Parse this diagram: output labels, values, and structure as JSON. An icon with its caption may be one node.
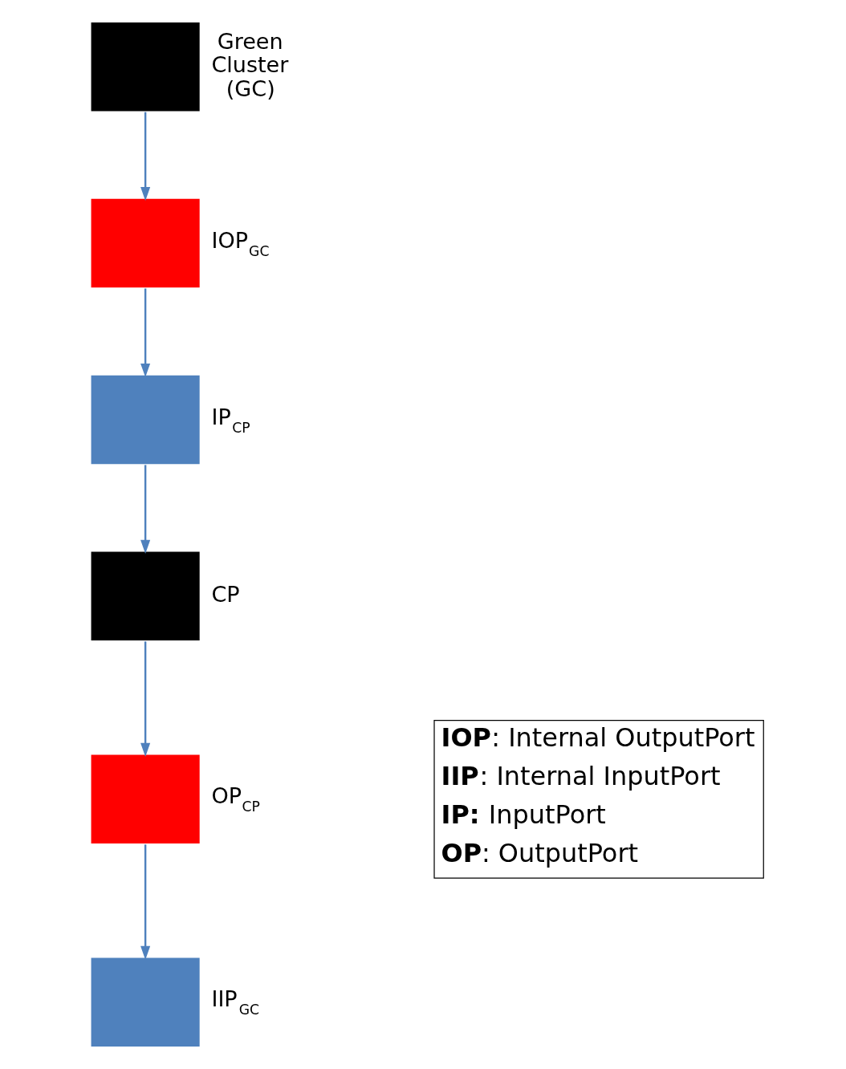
{
  "diagram": {
    "nodes": [
      {
        "text": [],
        "shape": "box",
        "beside": [
          "Green Cluster (GC)"
        ]
      },
      {
        "text": [],
        "shape": "box",
        "beside": [
          "IOP$_{GC}$"
        ]
      },
      {
        "text": [],
        "shape": "box",
        "beside": [
          "IP$_{CP}$"
        ]
      },
      {
        "text": [],
        "shape": "box",
        "beside": [
          "CP"
        ]
      },
      {
        "text": [],
        "shape": "box",
        "beside": [
          "OP$_{CP}$"
        ]
      },
      {
        "text": [],
        "shape": "box",
        "beside": [
          "IIP$_{GC}$"
        ]
      }
    ],
    "edges": [
      {
        "from": 0,
        "to": 1,
        "arrow": "to"
      },
      {
        "from": 1,
        "to": 2,
        "arrow": "to"
      },
      {
        "from": 2,
        "to": 3,
        "arrow": "to"
      },
      {
        "from": 3,
        "to": 4,
        "arrow": "to"
      },
      {
        "from": 4,
        "to": 5,
        "arrow": "to"
      }
    ],
    "labels": [
      "**IOP**: Internal OutputPort",
      "**IIP**: Internal InputPort",
      "**IP:** InputPort",
      "**OP**: OutputPort"
    ]
  }
}
